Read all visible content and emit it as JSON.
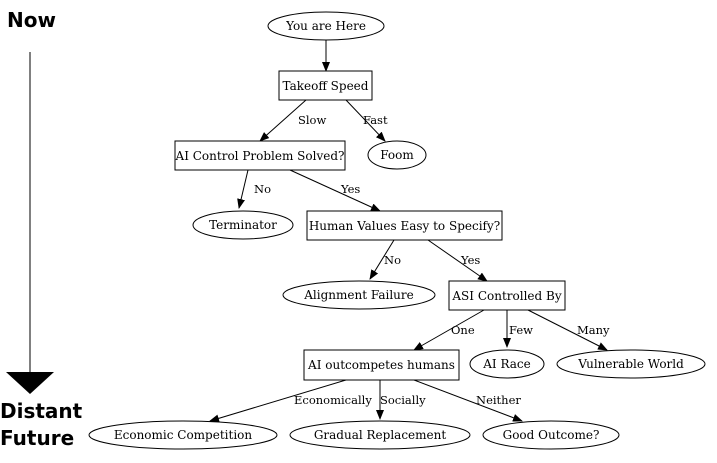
{
  "timeline": {
    "start_label": "Now",
    "end_label_line1": "Distant",
    "end_label_line2": "Future"
  },
  "nodes": {
    "you_are_here": "You are Here",
    "takeoff_speed": "Takeoff Speed",
    "control_problem": "AI Control Problem Solved?",
    "foom": "Foom",
    "terminator": "Terminator",
    "human_values": "Human Values Easy to Specify?",
    "alignment_failure": "Alignment Failure",
    "asi_controlled_by": "ASI Controlled By",
    "ai_outcompetes": "AI outcompetes humans",
    "ai_race": "AI Race",
    "vulnerable_world": "Vulnerable World",
    "economic_competition": "Economic Competition",
    "gradual_replacement": "Gradual Replacement",
    "good_outcome": "Good Outcome?"
  },
  "edges": {
    "slow": "Slow",
    "fast": "Fast",
    "no_1": "No",
    "yes_1": "Yes",
    "no_2": "No",
    "yes_2": "Yes",
    "one": "One",
    "few": "Few",
    "many": "Many",
    "economically": "Economically",
    "socially": "Socially",
    "neither": "Neither"
  }
}
